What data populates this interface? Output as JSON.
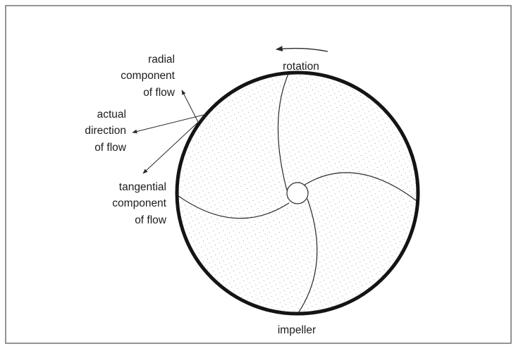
{
  "diagram": {
    "labels": {
      "radial_line1": "radial",
      "radial_line2": "component",
      "radial_line3": "of flow",
      "actual_line1": "actual",
      "actual_line2": "direction",
      "actual_line3": "of flow",
      "tangential_line1": "tangential",
      "tangential_line2": "component",
      "tangential_line3": "of flow",
      "rotation": "rotation",
      "impeller": "impeller"
    },
    "colors": {
      "frame": "#5a5a5a",
      "casing": "#141414",
      "vane": "#2a2a2a",
      "stipple": "#8a8a8a",
      "text": "#1c1c1c"
    }
  }
}
